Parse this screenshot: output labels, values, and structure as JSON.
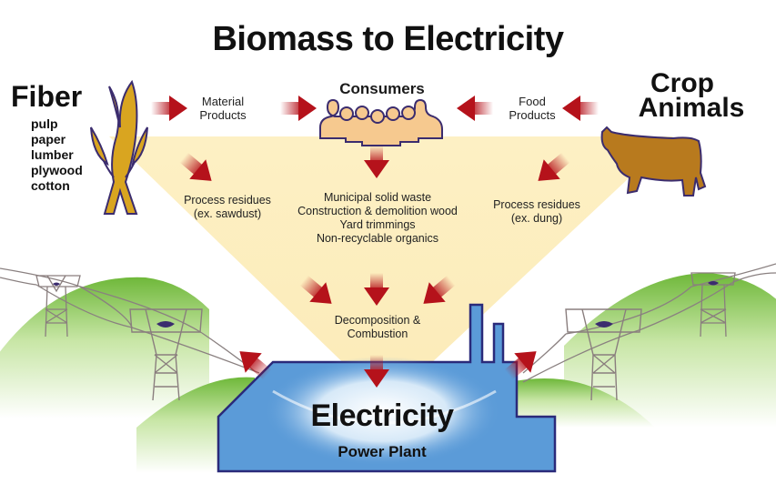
{
  "title": "Biomass to Electricity",
  "sources": {
    "fiber": {
      "label": "Fiber",
      "items": [
        "pulp",
        "paper",
        "lumber",
        "plywood",
        "cotton"
      ],
      "icon": "wheat-icon"
    },
    "crop_animals": {
      "line1": "Crop",
      "line2": "Animals",
      "icon": "cow-icon"
    }
  },
  "flow": {
    "material_products": [
      "Material",
      "Products"
    ],
    "consumers": "Consumers",
    "food_products": [
      "Food",
      "Products"
    ],
    "residues_left": [
      "Process residues",
      "(ex. sawdust)"
    ],
    "residues_center": [
      "Municipal solid waste",
      "Construction & demolition wood",
      "Yard trimmings",
      "Non-recyclable organics"
    ],
    "residues_right": [
      "Process residues",
      "(ex. dung)"
    ],
    "decomposition": [
      "Decomposition &",
      "Combustion"
    ]
  },
  "plant": {
    "output": "Electricity",
    "label": "Power Plant"
  },
  "colors": {
    "arrow": "#b5121b",
    "cone": "#fdf0c4",
    "plant": "#5b9bd8",
    "outline": "#2a2a7a",
    "hill": "#7cc242",
    "wheat": "#d9a520",
    "cow": "#b87a1e",
    "people": "#f6c98f"
  }
}
